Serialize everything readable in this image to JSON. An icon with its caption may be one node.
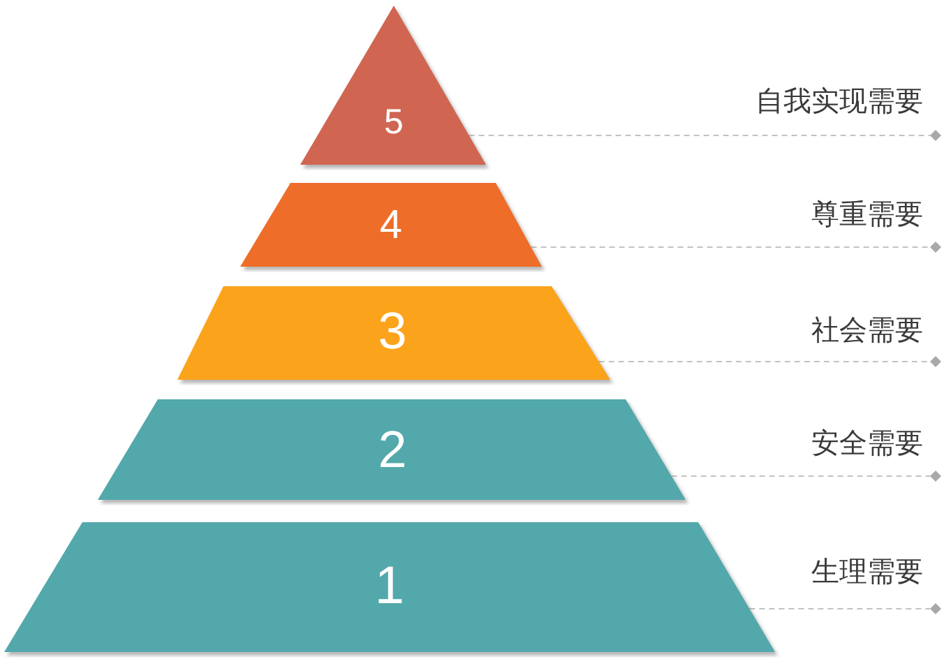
{
  "diagram": {
    "nodes": [
      {
        "text": [
          "5"
        ]
      },
      {
        "text": [
          "4"
        ]
      },
      {
        "text": [
          "3"
        ]
      },
      {
        "text": [
          "2"
        ]
      },
      {
        "text": [
          "1"
        ]
      },
      {
        "text": [],
        "shape": "diamond",
        "beside": [
          "自我实现需要"
        ]
      },
      {
        "text": [],
        "shape": "diamond",
        "beside": [
          "尊重需要"
        ]
      },
      {
        "text": [],
        "shape": "diamond",
        "beside": [
          "社会需要"
        ]
      },
      {
        "text": [],
        "shape": "diamond",
        "beside": [
          "安全需要"
        ]
      },
      {
        "text": [],
        "shape": "diamond",
        "beside": [
          "生理需要"
        ]
      }
    ],
    "edges": [
      {
        "from": 0,
        "to": 5,
        "arrow": "none"
      },
      {
        "from": 1,
        "to": 6,
        "arrow": "none"
      },
      {
        "from": 2,
        "to": 7,
        "arrow": "none"
      },
      {
        "from": 3,
        "to": 8,
        "arrow": "none"
      },
      {
        "from": 4,
        "to": 9,
        "arrow": "none"
      }
    ]
  }
}
